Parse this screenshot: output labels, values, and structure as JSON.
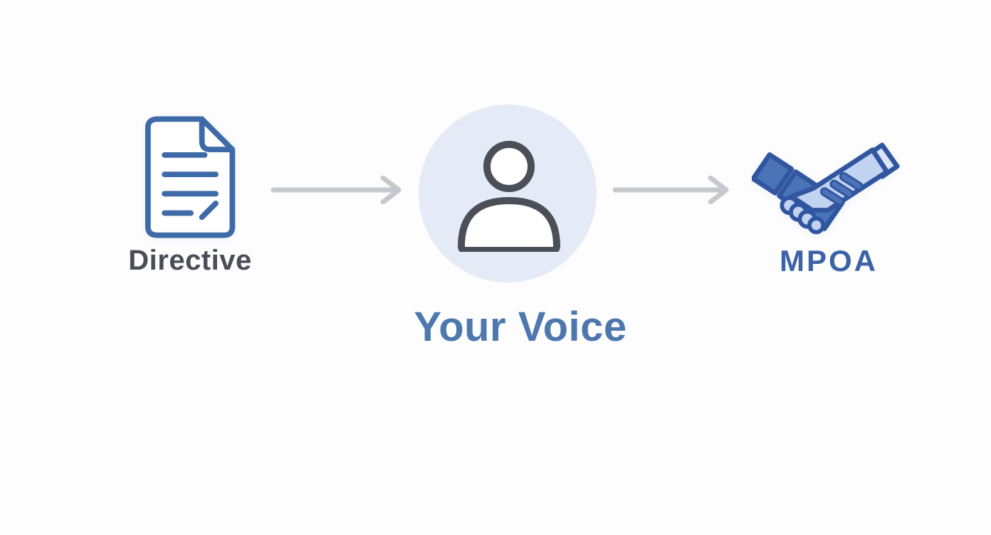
{
  "diagram": {
    "type": "flow",
    "background": "#fdfdfe",
    "nodes": [
      {
        "id": "directive",
        "label": "Directive",
        "icon": "document-icon",
        "label_color": "#4b4e57",
        "icon_color": "#3e6aa7"
      },
      {
        "id": "your-voice",
        "label": "Your Voice",
        "icon": "person-icon",
        "label_color": "#4d77ae",
        "icon_color": "#4b4f58",
        "circle_bg": "#e4ebf7"
      },
      {
        "id": "mpoa",
        "label": "MPOA",
        "icon": "handshake-icon",
        "label_color": "#3c63a6",
        "icon_colors": {
          "outline": "#3156a0",
          "dark_hand": "#4a73b8",
          "light_hand": "#c2d2f1",
          "cuff": "#dce6f9"
        }
      }
    ],
    "connectors": [
      {
        "from": "directive",
        "to": "your-voice",
        "style": "arrow-right",
        "color": "#c7c7ce"
      },
      {
        "from": "your-voice",
        "to": "mpoa",
        "style": "arrow-right",
        "color": "#c7c7ce"
      }
    ]
  }
}
